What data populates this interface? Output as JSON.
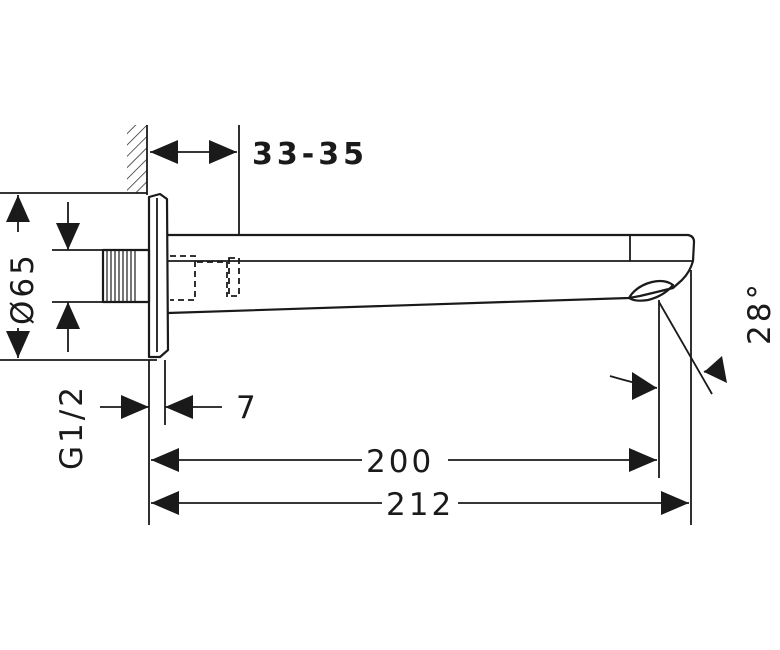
{
  "dimensions": {
    "wall_offset": "33-35",
    "diameter": "Ø65",
    "thread": "G1/2",
    "flange_thickness": "7",
    "outlet_length": "200",
    "overall_length": "212",
    "angle": "28°"
  }
}
